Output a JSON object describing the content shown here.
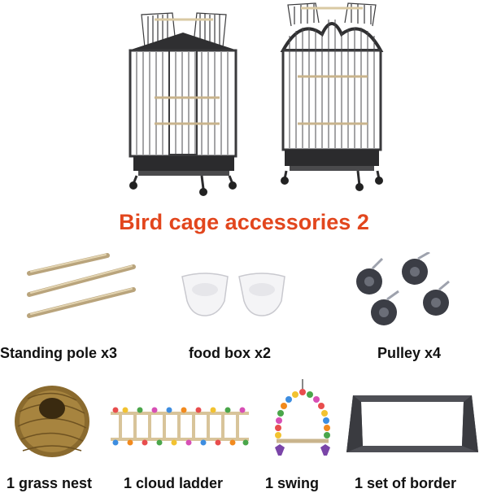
{
  "heading": "Bird cage accessories 2",
  "captions": {
    "standing_pole": "Standing pole x3",
    "food_box": "food box x2",
    "pulley": "Pulley x4",
    "grass_nest": "1 grass nest",
    "cloud_ladder": "1 cloud ladder",
    "swing": "1 swing",
    "border": "1 set of border"
  },
  "colors": {
    "heading": "#e2461d",
    "cage_frame": "#3a3a3c",
    "perch_wood": "#c9b48c",
    "caption": "#111111"
  },
  "icons": [
    "cage-flat-top-icon",
    "cage-arched-top-icon",
    "perch-icon",
    "feeder-icon",
    "caster-wheel-icon",
    "nest-icon",
    "ladder-icon",
    "swing-icon",
    "tray-border-icon"
  ]
}
